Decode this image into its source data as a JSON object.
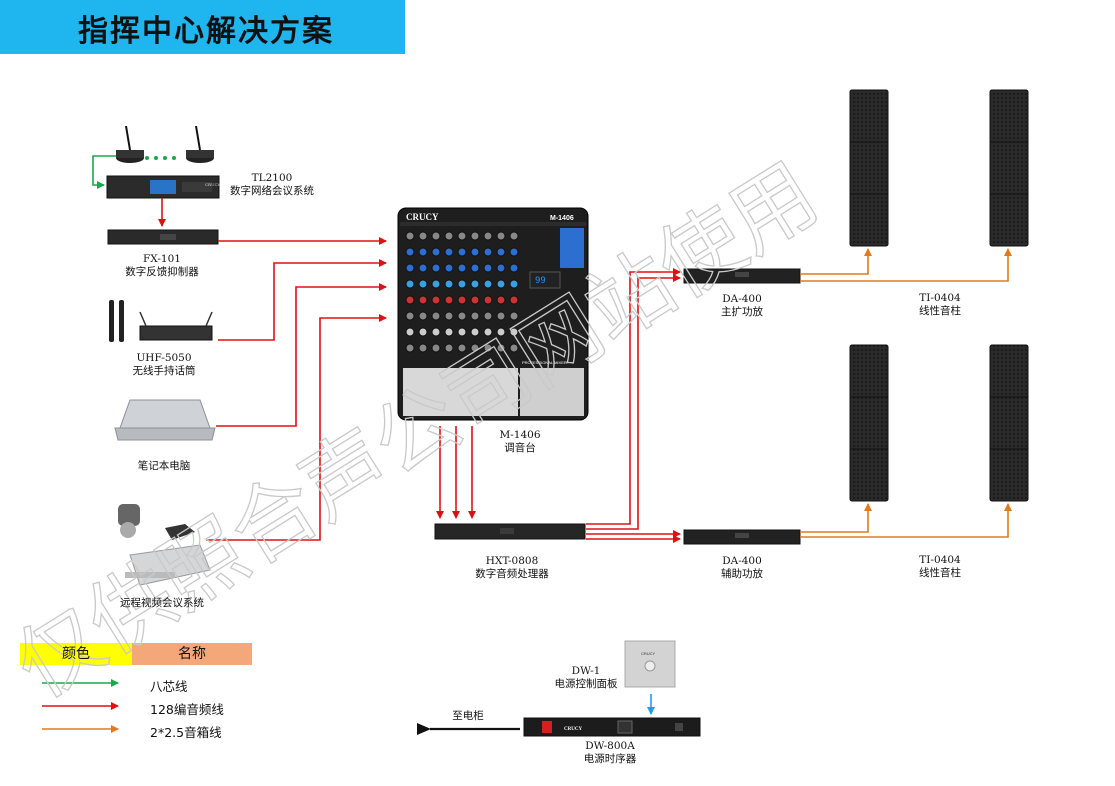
{
  "title": "指挥中心解决方案",
  "watermark": "仅供照合声公司网站使用",
  "devices": {
    "tl2100": {
      "model": "TL2100",
      "name": "数字网络会议系统",
      "brand": "CRUCY"
    },
    "fx101": {
      "model": "FX-101",
      "name": "数字反馈抑制器"
    },
    "uhf5050": {
      "model": "UHF-5050",
      "name": "无线手持话筒"
    },
    "laptop": {
      "name": "笔记本电脑"
    },
    "video": {
      "name": "远程视频会议系统"
    },
    "mixer": {
      "model": "M-1406",
      "name": "调音台",
      "brand": "CRUCY",
      "panel_model": "M-1406",
      "panel_text": "PROFESSIONAL MIXER"
    },
    "hxt0808": {
      "model": "HXT-0808",
      "name": "数字音频处理器"
    },
    "da400_main": {
      "model": "DA-400",
      "name": "主扩功放"
    },
    "da400_aux": {
      "model": "DA-400",
      "name": "辅助功放"
    },
    "ti0404_top": {
      "model": "TI-0404",
      "name": "线性音柱"
    },
    "ti0404_bottom": {
      "model": "TI-0404",
      "name": "线性音柱"
    },
    "dw1": {
      "model": "DW-1",
      "name": "电源控制面板",
      "brand": "CRUCY"
    },
    "dw800a": {
      "model": "DW-800A",
      "name": "电源时序器",
      "brand": "CRUCY"
    },
    "cabinet": {
      "name": "至电柜"
    }
  },
  "legend": {
    "color_header": "颜色",
    "name_header": "名称",
    "items": [
      {
        "label": "八芯线",
        "color": "#1aa84a"
      },
      {
        "label": "128编音频线",
        "color": "#e01010"
      },
      {
        "label": "2*2.5音箱线",
        "color": "#e07a1c"
      }
    ],
    "header_colors": {
      "color": "#ffff00",
      "name": "#f4a87a"
    }
  },
  "colors": {
    "title_bar": "#1fb6f0",
    "blue_link": "#1aa0e8"
  }
}
